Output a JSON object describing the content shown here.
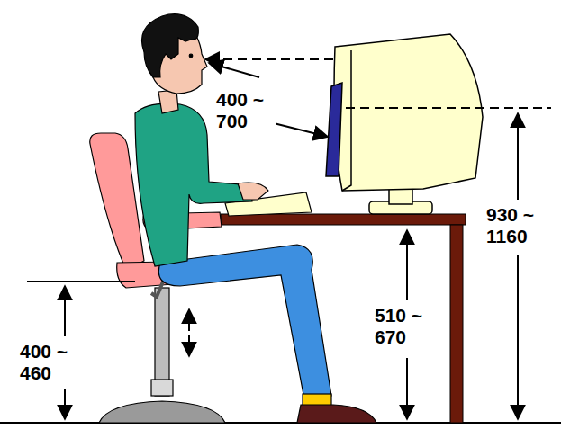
{
  "diagram": {
    "labels": [
      "400 ~ 700",
      "930 ~ 1160",
      "510 ~ 670",
      "400 ~ 460"
    ]
  }
}
